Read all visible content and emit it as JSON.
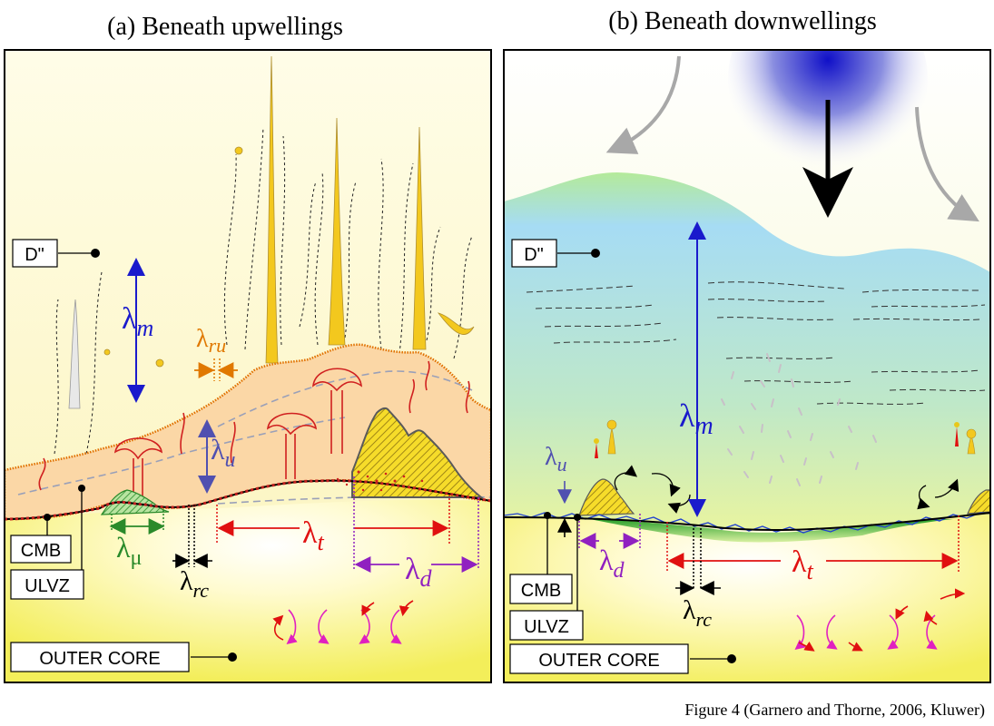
{
  "panels": {
    "a": {
      "title": "(a) Beneath upwellings"
    },
    "b": {
      "title": "(b) Beneath downwellings"
    }
  },
  "labels": {
    "dpp": "D\"",
    "cmb": "CMB",
    "ulvz": "ULVZ",
    "outer_core": "OUTER CORE"
  },
  "symbols": {
    "lambda": "λ",
    "m": "m",
    "ru": "ru",
    "u": "u",
    "mu": "μ",
    "rc": "rc",
    "t": "t",
    "d": "d"
  },
  "caption": "Figure 4  (Garnero and Thorne, 2006, Kluwer)",
  "colors": {
    "lambda_m": "#1a1acc",
    "lambda_ru": "#e07800",
    "lambda_u": "#5050b0",
    "lambda_mu": "#2a8a2a",
    "lambda_rc": "#000000",
    "lambda_t": "#e01010",
    "lambda_d": "#9020c0",
    "core_flow_pink": "#e020c0",
    "core_flow_red": "#e01010"
  }
}
